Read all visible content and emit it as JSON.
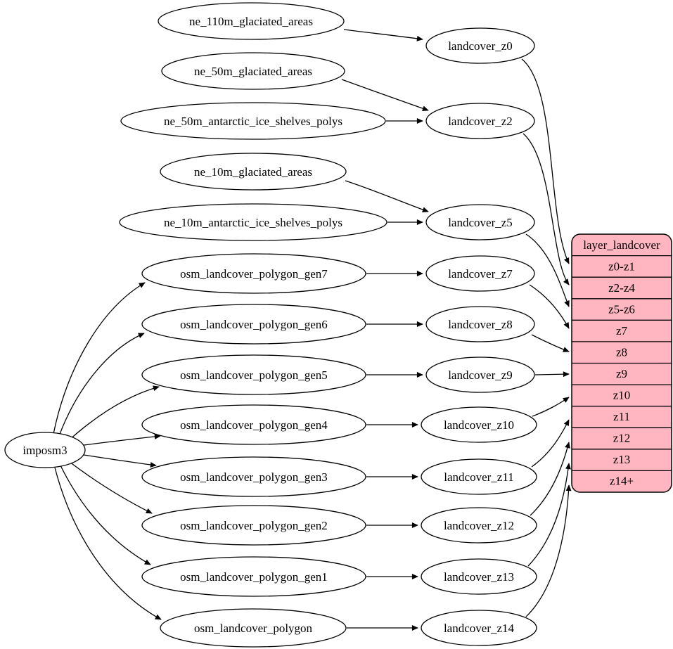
{
  "diagram": {
    "kind": "dataflow-graph",
    "colors": {
      "background": "#ffffff",
      "node_fill": "#ffffff",
      "stroke": "#000000",
      "table_fill": "#ffb6c1"
    },
    "nodes": {
      "imposm3": {
        "label": "imposm3"
      },
      "ne_110m_glaciated_areas": {
        "label": "ne_110m_glaciated_areas"
      },
      "ne_50m_glaciated_areas": {
        "label": "ne_50m_glaciated_areas"
      },
      "ne_50m_antarctic_ice_shelves_polys": {
        "label": "ne_50m_antarctic_ice_shelves_polys"
      },
      "ne_10m_glaciated_areas": {
        "label": "ne_10m_glaciated_areas"
      },
      "ne_10m_antarctic_ice_shelves_polys": {
        "label": "ne_10m_antarctic_ice_shelves_polys"
      },
      "osm_landcover_polygon_gen7": {
        "label": "osm_landcover_polygon_gen7"
      },
      "osm_landcover_polygon_gen6": {
        "label": "osm_landcover_polygon_gen6"
      },
      "osm_landcover_polygon_gen5": {
        "label": "osm_landcover_polygon_gen5"
      },
      "osm_landcover_polygon_gen4": {
        "label": "osm_landcover_polygon_gen4"
      },
      "osm_landcover_polygon_gen3": {
        "label": "osm_landcover_polygon_gen3"
      },
      "osm_landcover_polygon_gen2": {
        "label": "osm_landcover_polygon_gen2"
      },
      "osm_landcover_polygon_gen1": {
        "label": "osm_landcover_polygon_gen1"
      },
      "osm_landcover_polygon": {
        "label": "osm_landcover_polygon"
      },
      "landcover_z0": {
        "label": "landcover_z0"
      },
      "landcover_z2": {
        "label": "landcover_z2"
      },
      "landcover_z5": {
        "label": "landcover_z5"
      },
      "landcover_z7": {
        "label": "landcover_z7"
      },
      "landcover_z8": {
        "label": "landcover_z8"
      },
      "landcover_z9": {
        "label": "landcover_z9"
      },
      "landcover_z10": {
        "label": "landcover_z10"
      },
      "landcover_z11": {
        "label": "landcover_z11"
      },
      "landcover_z12": {
        "label": "landcover_z12"
      },
      "landcover_z13": {
        "label": "landcover_z13"
      },
      "landcover_z14": {
        "label": "landcover_z14"
      }
    },
    "layer_table": {
      "header": "layer_landcover",
      "rows": [
        "z0-z1",
        "z2-z4",
        "z5-z6",
        "z7",
        "z8",
        "z9",
        "z10",
        "z11",
        "z12",
        "z13",
        "z14+"
      ]
    },
    "edges": [
      {
        "from": "ne_110m_glaciated_areas",
        "to": "landcover_z0"
      },
      {
        "from": "ne_50m_glaciated_areas",
        "to": "landcover_z2"
      },
      {
        "from": "ne_50m_antarctic_ice_shelves_polys",
        "to": "landcover_z2"
      },
      {
        "from": "ne_10m_glaciated_areas",
        "to": "landcover_z5"
      },
      {
        "from": "ne_10m_antarctic_ice_shelves_polys",
        "to": "landcover_z5"
      },
      {
        "from": "osm_landcover_polygon_gen7",
        "to": "landcover_z7"
      },
      {
        "from": "osm_landcover_polygon_gen6",
        "to": "landcover_z8"
      },
      {
        "from": "osm_landcover_polygon_gen5",
        "to": "landcover_z9"
      },
      {
        "from": "osm_landcover_polygon_gen4",
        "to": "landcover_z10"
      },
      {
        "from": "osm_landcover_polygon_gen3",
        "to": "landcover_z11"
      },
      {
        "from": "osm_landcover_polygon_gen2",
        "to": "landcover_z12"
      },
      {
        "from": "osm_landcover_polygon_gen1",
        "to": "landcover_z13"
      },
      {
        "from": "osm_landcover_polygon",
        "to": "landcover_z14"
      },
      {
        "from": "imposm3",
        "to": "osm_landcover_polygon_gen7"
      },
      {
        "from": "imposm3",
        "to": "osm_landcover_polygon_gen6"
      },
      {
        "from": "imposm3",
        "to": "osm_landcover_polygon_gen5"
      },
      {
        "from": "imposm3",
        "to": "osm_landcover_polygon_gen4"
      },
      {
        "from": "imposm3",
        "to": "osm_landcover_polygon_gen3"
      },
      {
        "from": "imposm3",
        "to": "osm_landcover_polygon_gen2"
      },
      {
        "from": "imposm3",
        "to": "osm_landcover_polygon_gen1"
      },
      {
        "from": "imposm3",
        "to": "osm_landcover_polygon"
      },
      {
        "from": "landcover_z0",
        "to": "layer_landcover:z0-z1"
      },
      {
        "from": "landcover_z2",
        "to": "layer_landcover:z2-z4"
      },
      {
        "from": "landcover_z5",
        "to": "layer_landcover:z5-z6"
      },
      {
        "from": "landcover_z7",
        "to": "layer_landcover:z7"
      },
      {
        "from": "landcover_z8",
        "to": "layer_landcover:z8"
      },
      {
        "from": "landcover_z9",
        "to": "layer_landcover:z9"
      },
      {
        "from": "landcover_z10",
        "to": "layer_landcover:z10"
      },
      {
        "from": "landcover_z11",
        "to": "layer_landcover:z11"
      },
      {
        "from": "landcover_z12",
        "to": "layer_landcover:z12"
      },
      {
        "from": "landcover_z13",
        "to": "layer_landcover:z13"
      },
      {
        "from": "landcover_z14",
        "to": "layer_landcover:z14+"
      }
    ]
  }
}
